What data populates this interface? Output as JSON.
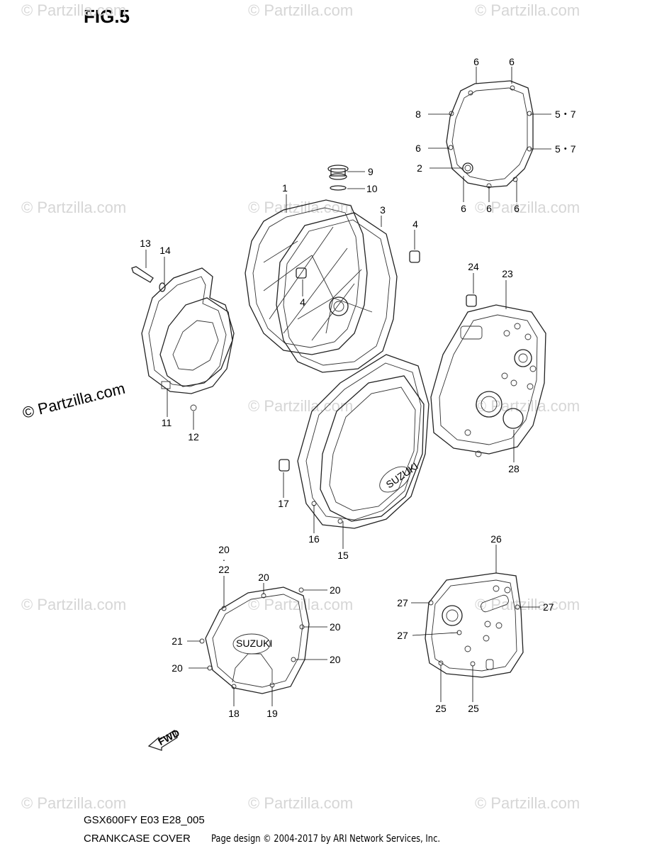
{
  "figure": {
    "title": "FIG.5",
    "model_code": "GSX600FY E03 E28_005",
    "section_name": "CRANKCASE COVER",
    "credit": "Page design © 2004-2017 by ARI Network Services, Inc.",
    "watermark": "© Partzilla.com",
    "watermark_main": "© Partzilla.com",
    "fwd_label": "FWD",
    "brand_mark": "SUZUKI"
  },
  "callouts": [
    {
      "id": "c6a",
      "text": "6"
    },
    {
      "id": "c6b",
      "text": "6"
    },
    {
      "id": "c8",
      "text": "8"
    },
    {
      "id": "c57a",
      "text": "5・7"
    },
    {
      "id": "c6c",
      "text": "6"
    },
    {
      "id": "c57b",
      "text": "5・7"
    },
    {
      "id": "c9",
      "text": "9"
    },
    {
      "id": "c2",
      "text": "2"
    },
    {
      "id": "c10",
      "text": "10"
    },
    {
      "id": "c1",
      "text": "1"
    },
    {
      "id": "c6d",
      "text": "6"
    },
    {
      "id": "c6e",
      "text": "6"
    },
    {
      "id": "c6f",
      "text": "6"
    },
    {
      "id": "c3",
      "text": "3"
    },
    {
      "id": "c4a",
      "text": "4"
    },
    {
      "id": "c13",
      "text": "13"
    },
    {
      "id": "c14",
      "text": "14"
    },
    {
      "id": "c24",
      "text": "24"
    },
    {
      "id": "c23",
      "text": "23"
    },
    {
      "id": "c4b",
      "text": "4"
    },
    {
      "id": "c11",
      "text": "11"
    },
    {
      "id": "c12",
      "text": "12"
    },
    {
      "id": "c28",
      "text": "28"
    },
    {
      "id": "c17",
      "text": "17"
    },
    {
      "id": "c16",
      "text": "16"
    },
    {
      "id": "c15",
      "text": "15"
    },
    {
      "id": "c26",
      "text": "26"
    },
    {
      "id": "c20a",
      "text": "20"
    },
    {
      "id": "c22",
      "text": "22"
    },
    {
      "id": "c20b",
      "text": "20"
    },
    {
      "id": "c20c",
      "text": "20"
    },
    {
      "id": "c27a",
      "text": "27"
    },
    {
      "id": "c27b",
      "text": "27"
    },
    {
      "id": "c20d",
      "text": "20"
    },
    {
      "id": "c21",
      "text": "21"
    },
    {
      "id": "c27c",
      "text": "27"
    },
    {
      "id": "c20e",
      "text": "20"
    },
    {
      "id": "c20f",
      "text": "20"
    },
    {
      "id": "c18",
      "text": "18"
    },
    {
      "id": "c19",
      "text": "19"
    },
    {
      "id": "c25a",
      "text": "25"
    },
    {
      "id": "c25b",
      "text": "25"
    }
  ]
}
